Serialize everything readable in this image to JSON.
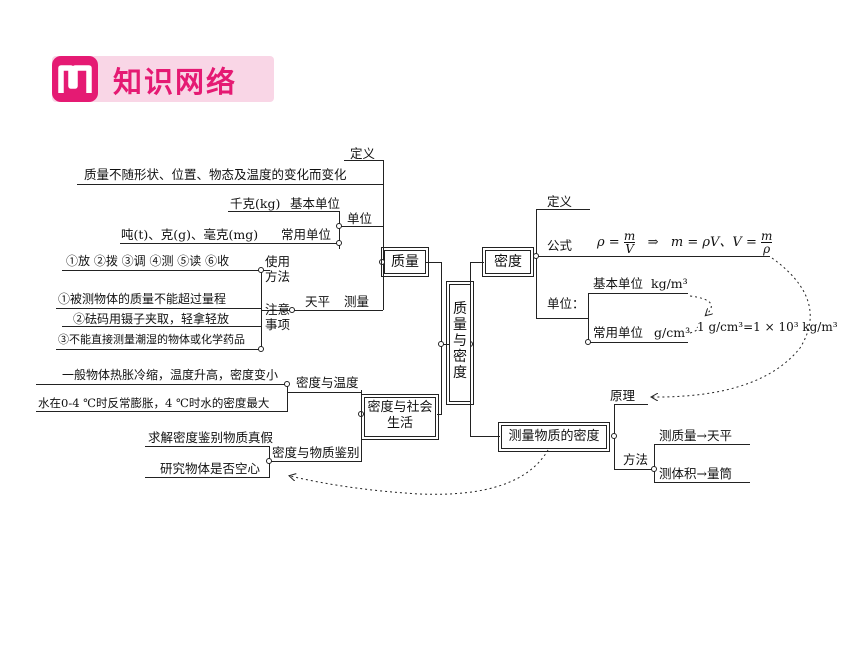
{
  "header": {
    "title": "知识网络",
    "accent": "#e51a73",
    "band": "#f9d6e6"
  },
  "center": {
    "label": "质量与密度"
  },
  "mass": {
    "label": "质量",
    "definition": "定义",
    "definition_text": "质量不随形状、位置、物态及温度的变化而变化",
    "unit": "单位",
    "base_unit_label": "基本单位",
    "base_unit": "千克(kg)",
    "common_unit_label": "常用单位",
    "common_units": "吨(t)、克(g)、毫克(mg)",
    "measure": "测量",
    "balance": "天平",
    "usage": "使用方法",
    "usage_steps": "①放 ②拨 ③调 ④测 ⑤读 ⑥收",
    "notes": "注意事项",
    "note1": "①被测物体的质量不能超过量程",
    "note2": "②砝码用镊子夹取，轻拿轻放",
    "note3": "③不能直接测量潮湿的物体或化学药品"
  },
  "density": {
    "label": "密度",
    "definition": "定义",
    "formula_label": "公式",
    "rho": "ρ",
    "m": "m",
    "V": "V",
    "formula_tail": "m = ρV、V =",
    "unit_label": "单位：",
    "base_unit_label": "基本单位",
    "base_unit": "kg/m³",
    "common_unit_label": "常用单位",
    "common_unit": "g/cm³",
    "conversion": "1 g/cm³=1 × 10³ kg/m³"
  },
  "measure_density": {
    "label": "测量物质的密度",
    "principle": "原理",
    "method": "方法",
    "mass_measure": "测质量→天平",
    "volume_measure": "测体积→量筒"
  },
  "density_life": {
    "label": "密度与社会生活",
    "temp_label": "密度与温度",
    "temp1": "一般物体热胀冷缩，温度升高，密度变小",
    "temp2": "水在0-4 ℃时反常膨胀，4 ℃时水的密度最大",
    "ident_label": "密度与物质鉴别",
    "ident1": "求解密度鉴别物质真假",
    "ident2": "研究物体是否空心"
  }
}
